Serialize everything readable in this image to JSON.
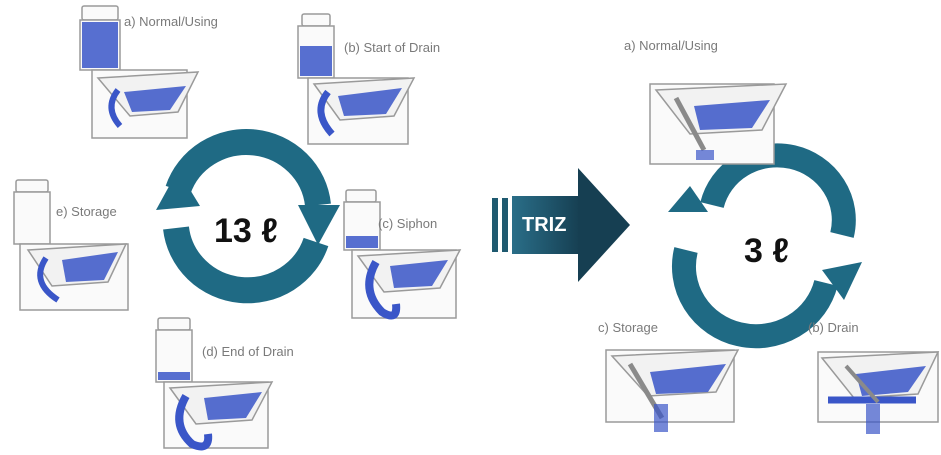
{
  "before": {
    "volume_label": "13 ℓ",
    "stages": [
      {
        "id": "normal",
        "label": "a) Normal/Using"
      },
      {
        "id": "start_drain",
        "label": "(b) Start of Drain"
      },
      {
        "id": "siphon",
        "label": "(c) Siphon"
      },
      {
        "id": "end_drain",
        "label": "(d) End of Drain"
      },
      {
        "id": "storage",
        "label": "e) Storage"
      }
    ]
  },
  "transform": {
    "label": "TRIZ"
  },
  "after": {
    "volume_label": "3 ℓ",
    "stages": [
      {
        "id": "normal",
        "label": "a) Normal/Using"
      },
      {
        "id": "drain",
        "label": "(b) Drain"
      },
      {
        "id": "storage",
        "label": "c) Storage"
      }
    ]
  },
  "colors": {
    "cycle_arrow": "#1f6a84",
    "triz_arrow": "#1c5166",
    "water": "#2f4fc4",
    "outline": "#9a9a9a"
  }
}
